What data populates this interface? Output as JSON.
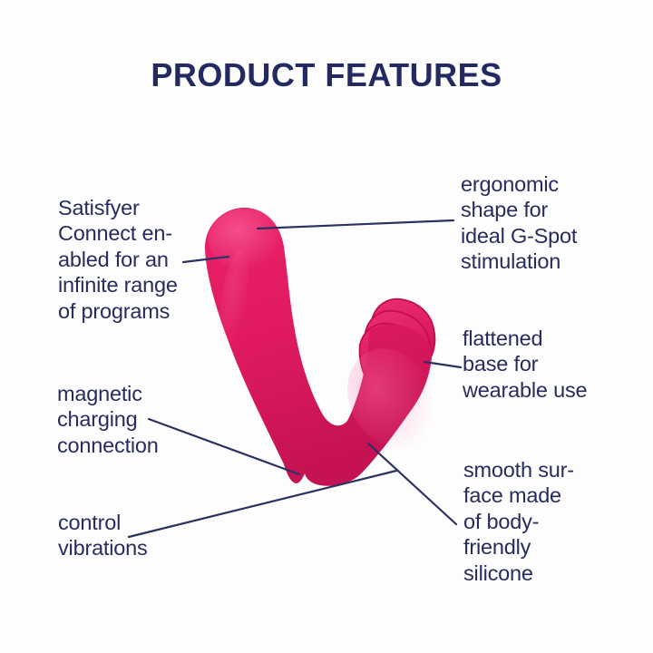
{
  "page": {
    "title": "PRODUCT FEATURES",
    "background_color": "#fdfdfd",
    "title_color": "#232a61",
    "text_color": "#272c5f",
    "leader_line_color": "#2b3163",
    "product_color_main": "#e01a60",
    "product_color_light": "#f0498a",
    "product_color_dark": "#b80f4e",
    "product_image": "pink-wearable-vibrator-illustration"
  },
  "annotations": [
    {
      "id": "satisfyer-connect",
      "side": "left",
      "lines": [
        "Satisfyer",
        "Connect en-",
        "abled for an",
        "infinite range",
        "of programs"
      ]
    },
    {
      "id": "ergonomic-shape",
      "side": "right",
      "lines": [
        "ergonomic",
        "shape for",
        "ideal G-Spot",
        "stimulation"
      ]
    },
    {
      "id": "flattened-base",
      "side": "right",
      "lines": [
        "flattened",
        "base for",
        "wearable use"
      ]
    },
    {
      "id": "magnetic-charging",
      "side": "left",
      "lines": [
        "magnetic",
        "charging",
        "connection"
      ]
    },
    {
      "id": "control-vibrations",
      "side": "left",
      "lines": [
        "control",
        "vibrations"
      ]
    },
    {
      "id": "smooth-surface",
      "side": "right",
      "lines": [
        "smooth sur-",
        "face made",
        "of body-",
        "friendly",
        "silicone"
      ]
    }
  ]
}
